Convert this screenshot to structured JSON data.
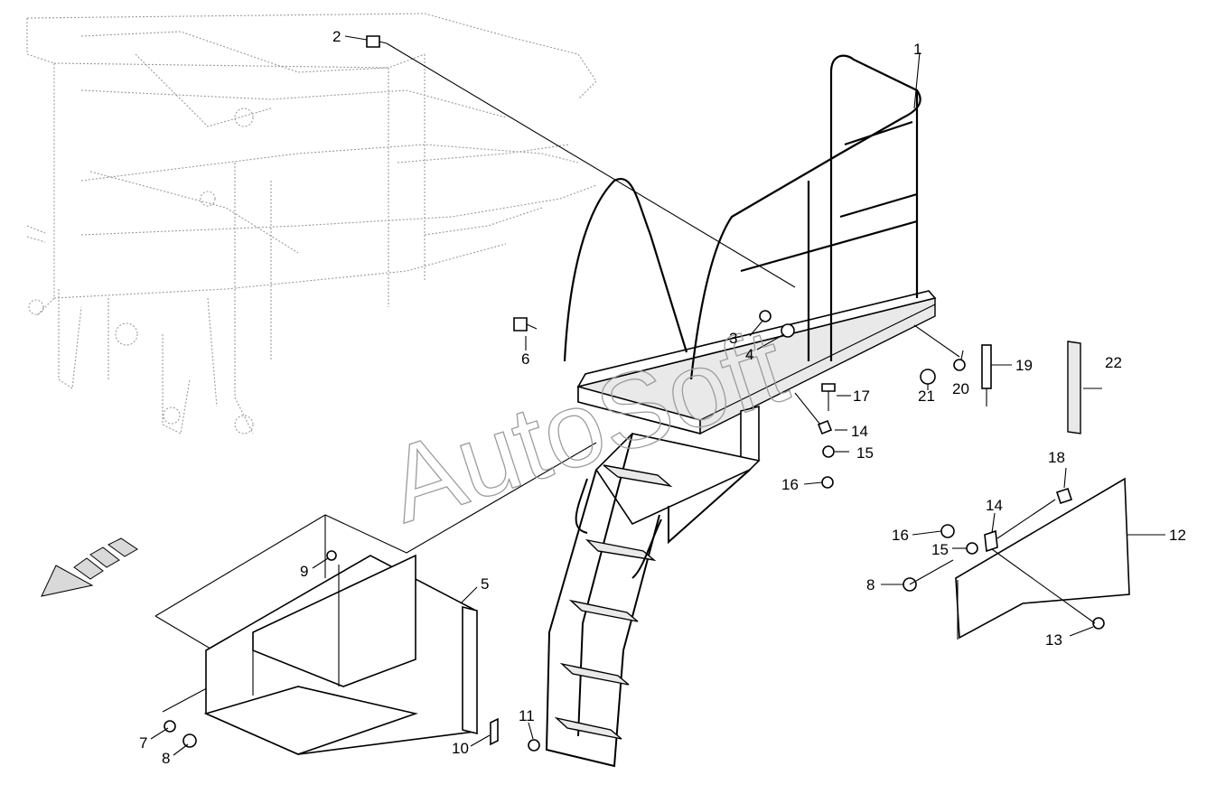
{
  "watermark": "AutoSoft",
  "callouts": [
    {
      "id": "c1",
      "text": "1"
    },
    {
      "id": "c2",
      "text": "2"
    },
    {
      "id": "c3",
      "text": "3"
    },
    {
      "id": "c4",
      "text": "4"
    },
    {
      "id": "c5",
      "text": "5"
    },
    {
      "id": "c6",
      "text": "6"
    },
    {
      "id": "c7",
      "text": "7"
    },
    {
      "id": "c8a",
      "text": "8"
    },
    {
      "id": "c8b",
      "text": "8"
    },
    {
      "id": "c9",
      "text": "9"
    },
    {
      "id": "c10",
      "text": "10"
    },
    {
      "id": "c11",
      "text": "11"
    },
    {
      "id": "c12",
      "text": "12"
    },
    {
      "id": "c13",
      "text": "13"
    },
    {
      "id": "c14a",
      "text": "14"
    },
    {
      "id": "c14b",
      "text": "14"
    },
    {
      "id": "c15a",
      "text": "15"
    },
    {
      "id": "c15b",
      "text": "15"
    },
    {
      "id": "c16a",
      "text": "16"
    },
    {
      "id": "c16b",
      "text": "16"
    },
    {
      "id": "c17",
      "text": "17"
    },
    {
      "id": "c18",
      "text": "18"
    },
    {
      "id": "c19",
      "text": "19"
    },
    {
      "id": "c20",
      "text": "20"
    },
    {
      "id": "c21",
      "text": "21"
    },
    {
      "id": "c22",
      "text": "22"
    }
  ]
}
